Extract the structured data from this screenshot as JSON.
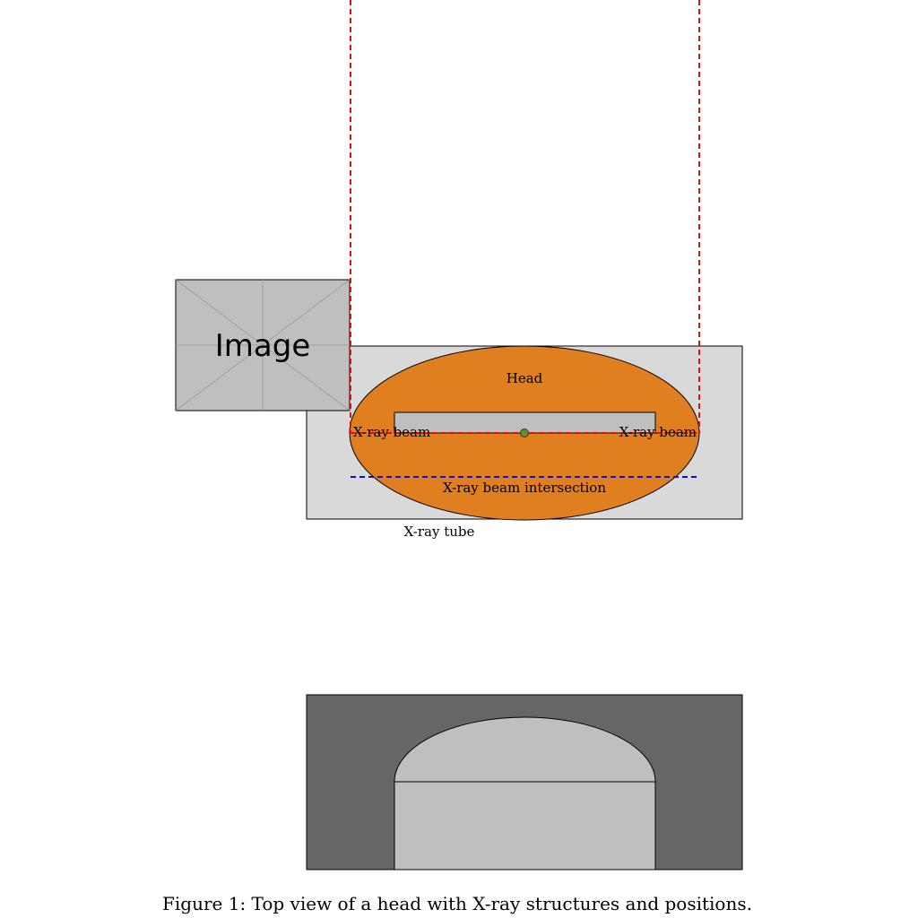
{
  "diagram": {
    "labels": {
      "head": "Head",
      "beam_left": "X-ray beam",
      "beam_right": "X-ray beam",
      "intersection": "X-ray beam intersection",
      "tube": "X-ray tube",
      "image_placeholder": "Image"
    },
    "caption": "Figure 1: Top view of a head with X-ray structures and positions.",
    "colors": {
      "head_fill": "#df7f1f",
      "panel_fill": "#d9d9d9",
      "bar_fill": "#bfbfbf",
      "beam_line": "#e01010",
      "intersection_line": "#1010d0",
      "center_marker": "#6b8e23",
      "image_placeholder_fill": "#bfbfbf",
      "bottom_panel_fill": "#666666",
      "bottom_shape_fill": "#bfbfbf"
    }
  }
}
